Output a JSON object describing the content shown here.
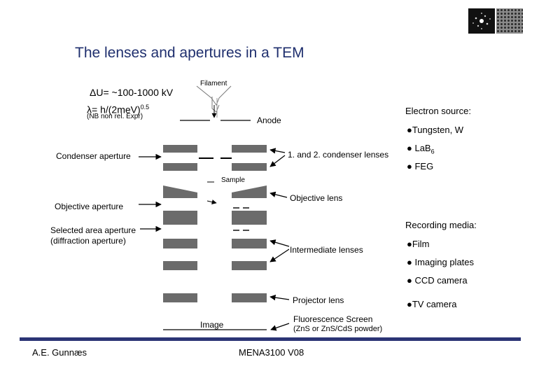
{
  "title": "The lenses and apertures in a TEM",
  "formulas": {
    "voltage": "ΔU= ~100-1000 kV",
    "wavelength_main": "λ= h/(2meV)",
    "wavelength_exp": "0.5",
    "wavelength_note": "(NB non rel. Expr)"
  },
  "diagram_labels": {
    "filament": "Filament",
    "anode": "Anode",
    "condenser_aperture": "Condenser aperture",
    "condenser_lenses": "1. and 2. condenser lenses",
    "sample": "Sample",
    "objective_lens": "Objective lens",
    "objective_aperture": "Objective aperture",
    "selected_area_aperture": "Selected area aperture",
    "diffraction_aperture": "(diffraction aperture)",
    "intermediate_lenses": "Intermediate lenses",
    "projector_lens": "Projector lens",
    "image": "Image",
    "fluorescence_screen": "Fluorescence Screen",
    "screen_material": "(ZnS or ZnS/CdS powder)"
  },
  "electron_source": {
    "heading": "Electron source:",
    "items": [
      "●Tungsten, W",
      "● LaB",
      "● FEG"
    ],
    "lab6_subscript": "6"
  },
  "recording_media": {
    "heading": "Recording media:",
    "items": [
      "●Film",
      "● Imaging plates",
      "● CCD camera",
      "●TV camera"
    ]
  },
  "footer": {
    "author": "A.E. Gunnæs",
    "course": "MENA3100 V08"
  },
  "colors": {
    "title": "#1f2f6e",
    "lens": "#6b6b6b",
    "bar": "#2b3475"
  },
  "icons": [
    "diffraction-pattern-thumbnail",
    "hrtem-lattice-thumbnail"
  ]
}
